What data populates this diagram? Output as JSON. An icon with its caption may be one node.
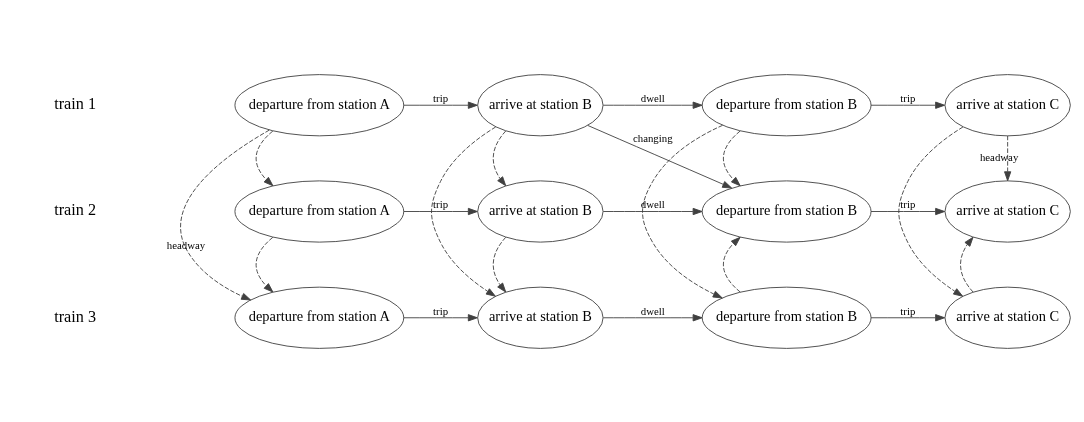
{
  "diagram": {
    "nodes": [
      {
        "text": [
          "departure from station A"
        ]
      },
      {
        "text": [
          "arrive at station B"
        ]
      },
      {
        "text": [
          "departure from station B"
        ]
      },
      {
        "text": [
          "arrive at station C"
        ]
      },
      {
        "text": [
          "departure from station A"
        ]
      },
      {
        "text": [
          "arrive at station B"
        ]
      },
      {
        "text": [
          "departure from station B"
        ]
      },
      {
        "text": [
          "arrive at station C"
        ]
      },
      {
        "text": [
          "departure from station A"
        ]
      },
      {
        "text": [
          "arrive at station B"
        ]
      },
      {
        "text": [
          "departure from station B"
        ]
      },
      {
        "text": [
          "arrive at station C"
        ]
      }
    ],
    "edges": [
      {
        "from": 0,
        "to": 1,
        "arrow": "to",
        "label": "trip"
      },
      {
        "from": 1,
        "to": 2,
        "arrow": "to",
        "label": "dwell"
      },
      {
        "from": 2,
        "to": 3,
        "arrow": "to",
        "label": "trip"
      },
      {
        "from": 1,
        "to": 6,
        "arrow": "to",
        "label": "changing"
      },
      {
        "from": 4,
        "to": 5,
        "arrow": "to",
        "label": "trip"
      },
      {
        "from": 5,
        "to": 6,
        "arrow": "to",
        "label": "dwell"
      },
      {
        "from": 6,
        "to": 7,
        "arrow": "to",
        "label": "trip"
      },
      {
        "from": 8,
        "to": 9,
        "arrow": "to",
        "label": "trip"
      },
      {
        "from": 9,
        "to": 10,
        "arrow": "to",
        "label": "dwell"
      },
      {
        "from": 10,
        "to": 11,
        "arrow": "to",
        "label": "trip"
      },
      {
        "from": 0,
        "to": 4,
        "arrow": "to",
        "style": "dashed"
      },
      {
        "from": 4,
        "to": 8,
        "arrow": "to",
        "style": "dashed"
      },
      {
        "from": 0,
        "to": 8,
        "arrow": "to",
        "style": "dashed",
        "label": "headway"
      },
      {
        "from": 1,
        "to": 5,
        "arrow": "to",
        "style": "dashed"
      },
      {
        "from": 5,
        "to": 9,
        "arrow": "to",
        "style": "dashed"
      },
      {
        "from": 1,
        "to": 9,
        "arrow": "to",
        "style": "dashed"
      },
      {
        "from": 2,
        "to": 6,
        "arrow": "to",
        "style": "dashed"
      },
      {
        "from": 10,
        "to": 6,
        "arrow": "to",
        "style": "dashed"
      },
      {
        "from": 2,
        "to": 10,
        "arrow": "to",
        "style": "dashed"
      },
      {
        "from": 3,
        "to": 7,
        "arrow": "to",
        "style": "dashed",
        "label": "headway"
      },
      {
        "from": 11,
        "to": 7,
        "arrow": "to",
        "style": "dashed"
      },
      {
        "from": 3,
        "to": 11,
        "arrow": "to",
        "style": "dashed"
      }
    ],
    "labels": [
      "train 1",
      "train 2",
      "train 3"
    ]
  }
}
